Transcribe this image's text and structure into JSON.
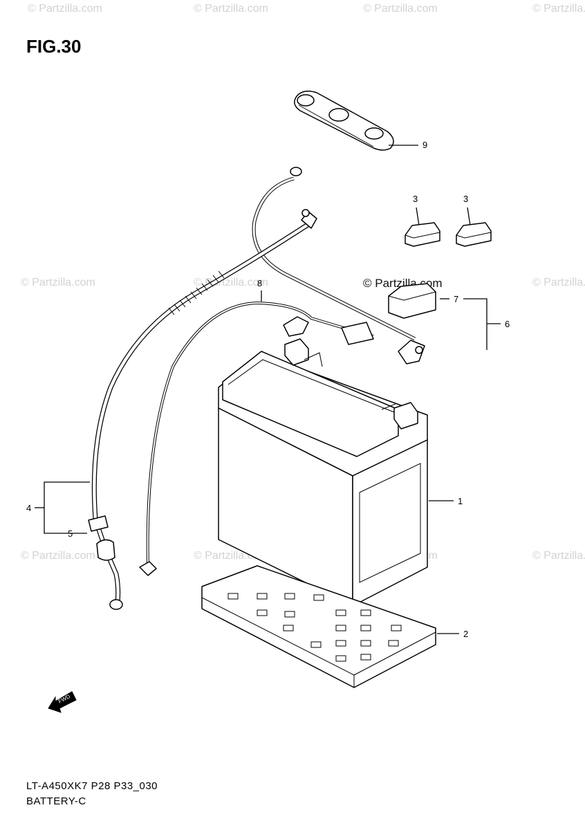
{
  "figure": {
    "title": "FIG.30",
    "model_code": "LT-A450XK7 P28 P33_030",
    "section": "BATTERY-C"
  },
  "watermark": {
    "text": "© Partzilla.com",
    "color": "#d2d2d2"
  },
  "callouts": [
    "1",
    "2",
    "3",
    "3",
    "4",
    "5",
    "6",
    "7",
    "8",
    "9"
  ],
  "fwd_label": "FWD"
}
